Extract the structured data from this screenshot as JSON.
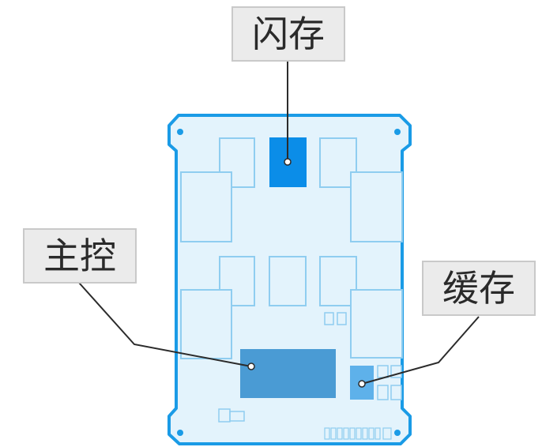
{
  "labels": {
    "flash": "闪存",
    "controller": "主控",
    "cache": "缓存"
  },
  "colors": {
    "board_fill": "#e3f3fc",
    "board_stroke": "#1a9be6",
    "chip_outline": "#8fcdf0",
    "flash_highlight": "#0b8de8",
    "controller_fill": "#4a9bd4",
    "cache_fill": "#5eb1ea",
    "label_box_fill": "#ebebeb",
    "label_box_stroke": "#c9c9c9",
    "leader_line": "#2b2b2b"
  }
}
